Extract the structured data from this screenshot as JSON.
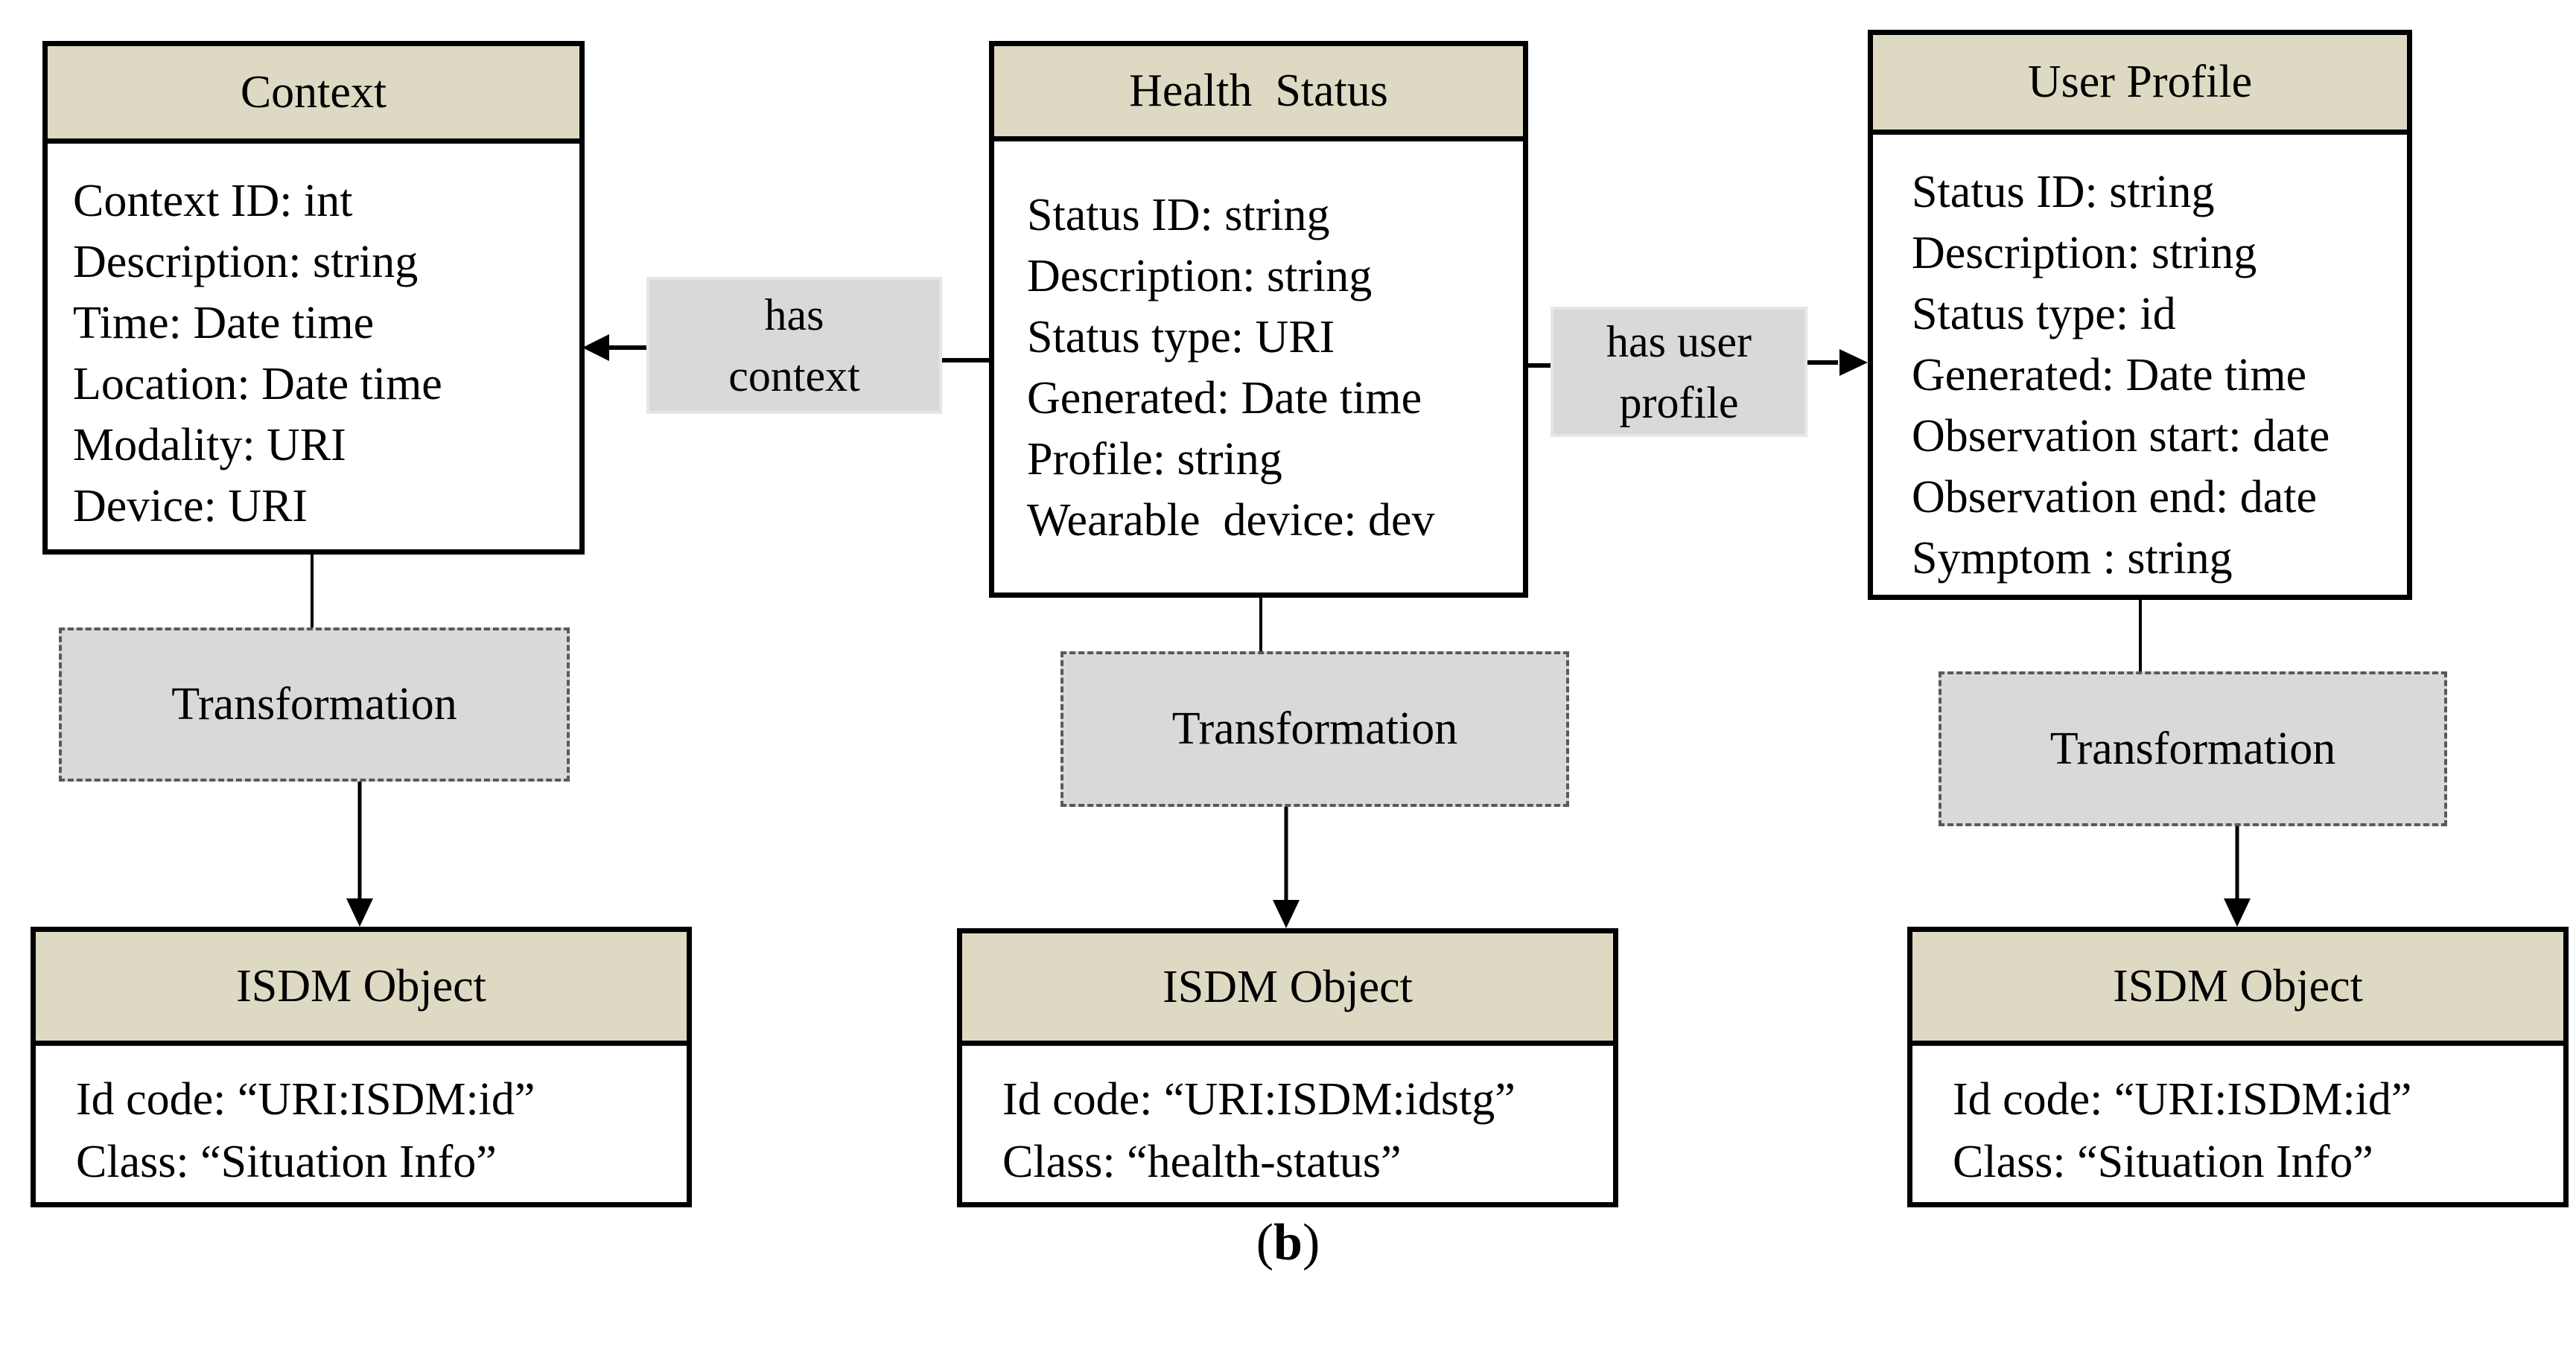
{
  "entities": {
    "context": {
      "title": "Context",
      "attributes": [
        "Context ID: int",
        "Description: string",
        "Time: Date time",
        "Location: Date time",
        "Modality: URI",
        "Device: URI"
      ]
    },
    "health_status": {
      "title": "Health  Status",
      "attributes": [
        "Status ID: string",
        "Description: string",
        "Status type: URI",
        "Generated: Date time",
        "Profile: string",
        "Wearable  device: dev"
      ]
    },
    "user_profile": {
      "title": "User Profile",
      "attributes": [
        "Status ID: string",
        "Description: string",
        "Status type: id",
        "Generated: Date time",
        "Observation start: date",
        "Observation end: date",
        "Symptom : string"
      ]
    }
  },
  "relations": {
    "has_context": {
      "line1": "has",
      "line2": "context"
    },
    "has_user_profile": {
      "line1": "has user",
      "line2": "profile"
    }
  },
  "transformations": {
    "left": "Transformation",
    "middle": "Transformation",
    "right": "Transformation"
  },
  "isdm_objects": {
    "left": {
      "title": "ISDM Object",
      "id_code": "Id code: “URI:ISDM:id”",
      "class": "Class: “Situation Info”"
    },
    "middle": {
      "title": "ISDM Object",
      "id_code": "Id code: “URI:ISDM:idstg”",
      "class": "Class: “health-status”"
    },
    "right": {
      "title": "ISDM Object",
      "id_code": "Id code: “URI:ISDM:id”",
      "class": "Class: “Situation Info”"
    }
  },
  "caption": {
    "open": "(",
    "letter": "b",
    "close": ")"
  },
  "colors": {
    "entity_header": "#ddd9c3",
    "box_fill": "#d9d9d9",
    "line": "#000000"
  }
}
